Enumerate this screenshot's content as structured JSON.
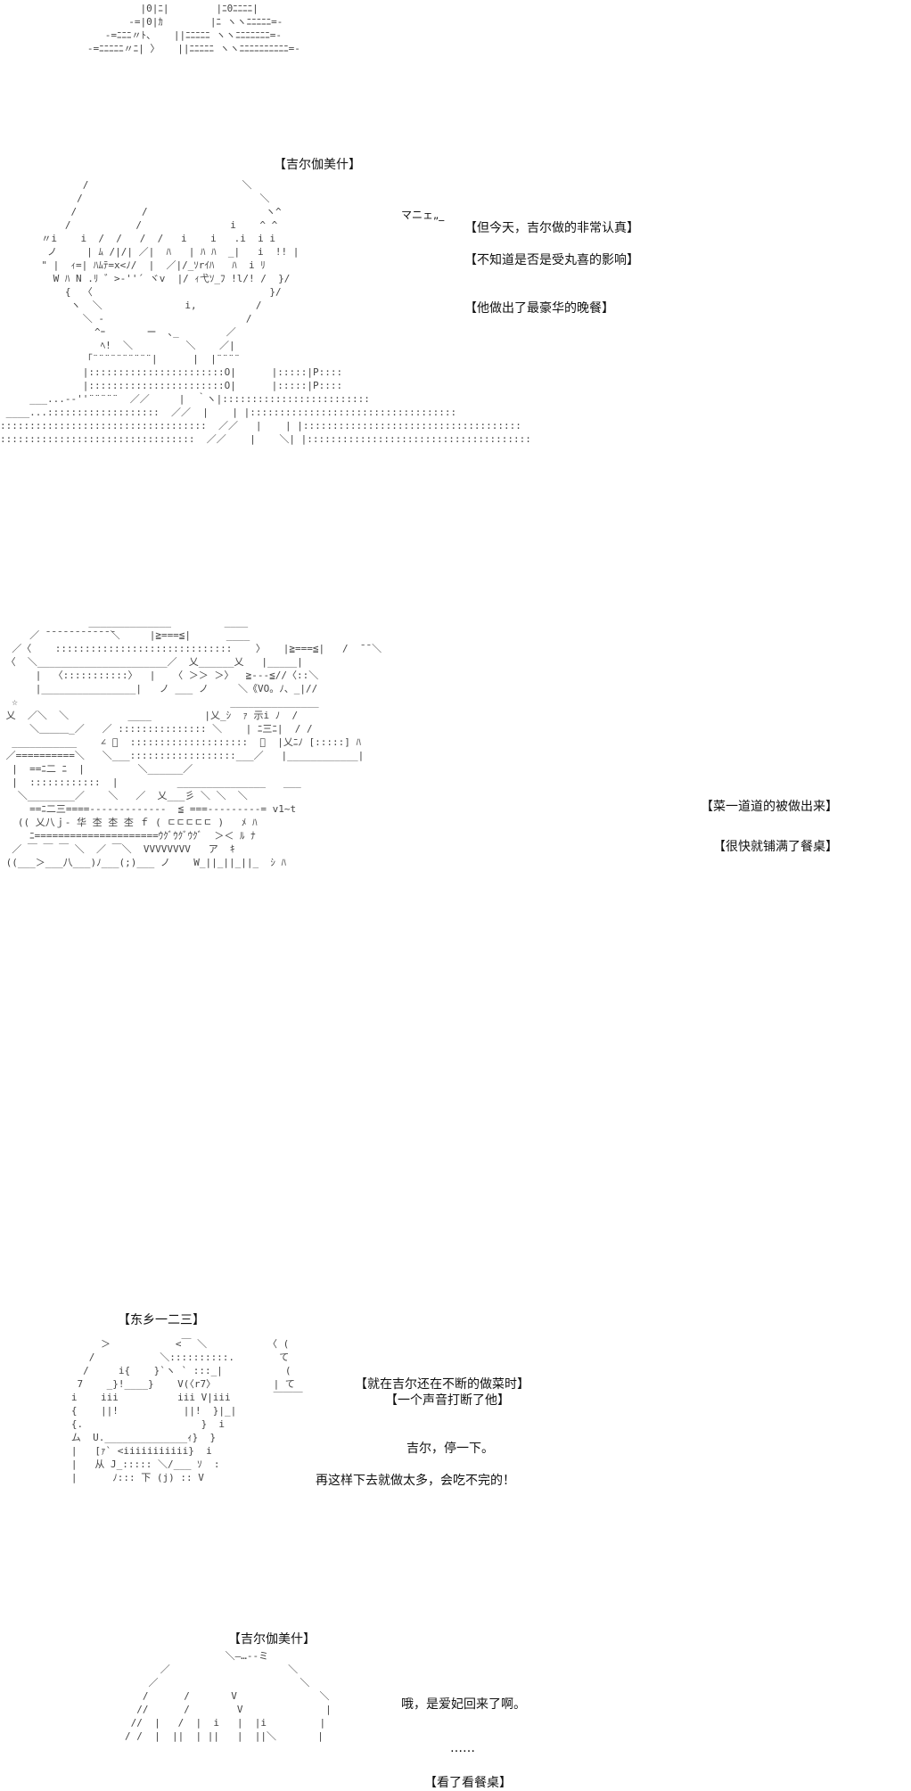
{
  "scenes": {
    "s1": {
      "speaker": "【吉尔伽美什】",
      "sfx": "マニェ„_",
      "lines": [
        "【但今天，吉尔做的非常认真】",
        "【不知道是否是受丸喜的影响】",
        "【他做出了最豪华的晚餐】"
      ]
    },
    "s2": {
      "lines": [
        "【菜一道道的被做出来】",
        "【很快就铺满了餐桌】"
      ]
    },
    "s3": {
      "speaker": "【东乡一二三】",
      "narration": [
        "【就在吉尔还在不断的做菜时】",
        "【一个声音打断了他】"
      ],
      "dialogue": [
        "吉尔，停一下。",
        "再这样下去就做太多，会吃不完的！"
      ]
    },
    "s4": {
      "speaker": "【吉尔伽美什】",
      "dialogue": [
        "哦，是爱妃回来了啊。",
        "……"
      ],
      "narration": "【看了看餐桌】"
    }
  },
  "art": {
    "top": "            |0|ﾆ|        |ﾆ0ﾆﾆﾆﾆ|\n          -=|0|ｶ        |ﾆ ヽヽﾆﾆﾆﾆﾆ=-\n      -=ﾆﾆﾆ〃ﾄ、   ||ﾆﾆﾆﾆﾆ ヽヽﾆﾆﾆﾆﾆﾆﾆ=-\n   -=ﾆﾆﾆﾆﾆ〃ﾆ| 〉   ||ﾆﾆﾆﾆﾆ ヽヽﾆﾆﾆﾆﾆﾆﾆﾆﾆﾆ=-",
    "gil": "              /                          ＼\n             /                              ＼\n            /           /                    ヽ^\n           /           /               i    ^ ^\n       〃i    i  /  /   /  /   i    i   .i  i i\n        ノ     | ﾑ /|/| ／|  ﾊ   | ﾊ ﾊ  _|   i  !! |\n       \" |  ｨ=| ﾊﾑﾃ=x<ﾉ/  |  ／|/_ｿrｲﾊ   ﾊ  i ﾘ\n         W ﾊ N .ﾘ ゛>-''´ ヾv  |/ ｨ弋ｿ_ﾌ !l/! /  }/\n           {  〈                              }/\n            ヽ  ＼              i,          /\n              ＼ -                        /\n                ^ｰ       ー  ､_        ／\n                 ﾍ!  ＼         ＼    ／|\n              「¨¨¨¨¨¨¨¨¨¨|      |  |¨¨¨¨\n              |:::::::::::::::::::::::O|      |:::::|P::::\n              |:::::::::::::::::::::::O|      |:::::|P::::\n     ___...-‐''¨¨¨¨¨  ／／     |  ｀ヽ|:::::::::::::::::::::::::\n ____...:::::::::::::::::::  ／／  |    | |:::::::::::::::::::::::::::::::::::\n:::::::::::::::::::::::::::::::::::  ／／   |    | |:::::::::::::::::::::::::::::::::::::\n:::::::::::::::::::::::::::::::::  ／／    |    ＼| |::::::::::::::::::::::::::::::::::::::",
    "food": "               ______________         ____\n     ／ ̄ ̄ ̄ ̄ ̄ ̄ ̄ ̄ ̄ ̄ ̄ ̄＼     |≧===≦|      ____\n  ／〈    ::::::::::::::::::::::::::::::    〉   |≧===≦|   /  ̄ ̄ ＼\n 〈  ＼______________________／  乂______乂   |_____|\n      |  〈:::::::::::〉  |   〈 ＞＞ ＞〉  ≧---≦//〈::＼\n      |________________|   ノ ___ ノ     ＼《VO。ﾉ、_|//\n  ☆                                    _______________\n 乂  ／＼  ＼          ____         |乂_ｼ  ｧ 示i ﾉ  /\n     ＼＿＿＿_／   ／ ::::::::::::::: ＼    | ﾆ三ﾆ|  / /\n  ___________    ∠ ﾟ  ::::::::::::::::::::  ＞  |乂ﾆﾉ [:::::] ﾊ\n ／==========＼   ＼___::::::::::::::::::___／   |____________|\n  |  ==ﾆ二 ﾆ  |         ＼______／\n  |  ::::::::::::  |          _______________   ___\n   ＼________／    ＼   ／  乂___彡 ＼ ＼  ＼\n     ==ﾆ二三====-------------  ≦ ===---------= v1~t\n   (( 乂八ｊ‐ 华 杢 杢 杢 ｆ ( ㄷㄷㄷㄷㄷ )   ﾒ ﾊ\n     ﾆ=====================ｳｸﾞｳｸﾞｳｸﾞ  ＞＜ ﾙ ﾅ\n  ／ ￣ ￣ ￣ ＼  ／ ￣＼  VVVVVVVV   ア  ｷ\n ((___＞___八___)ﾉ___(;)___ ノ    W_||_||_||_  ｼ ﾊ",
    "togo": "        ＞           <￣ ＼\n      /           ＼::::::::::.\n     /     i{    }`ヽ ` :::_|\n    7    _}!____}    V(〈r7〉\n   i    iii          iii V|iii\n   {    ||!           ||!  }|_|\n   {.                    }  i\n   ム  U.______________ｨ}  }\n   |   [ｧ` <iiiiiiiiiii}  i\n   |   从 J_::::: ＼/___ ｿ  :\n   |      ﾉ::: 下 (j) :: V",
    "togo_sfx": "〈 (\n  て\n   (\n | て\n ￣￣￣",
    "gil2": "                 ＼—…--ミ\n      ／                    ＼\n    ／                        ＼\n   /      /       V              ＼\n  //      /        V              |\n //  |   /  |  i   |  |i         |\n/ /  |  ||  | ||   |  ||＼       |"
  }
}
